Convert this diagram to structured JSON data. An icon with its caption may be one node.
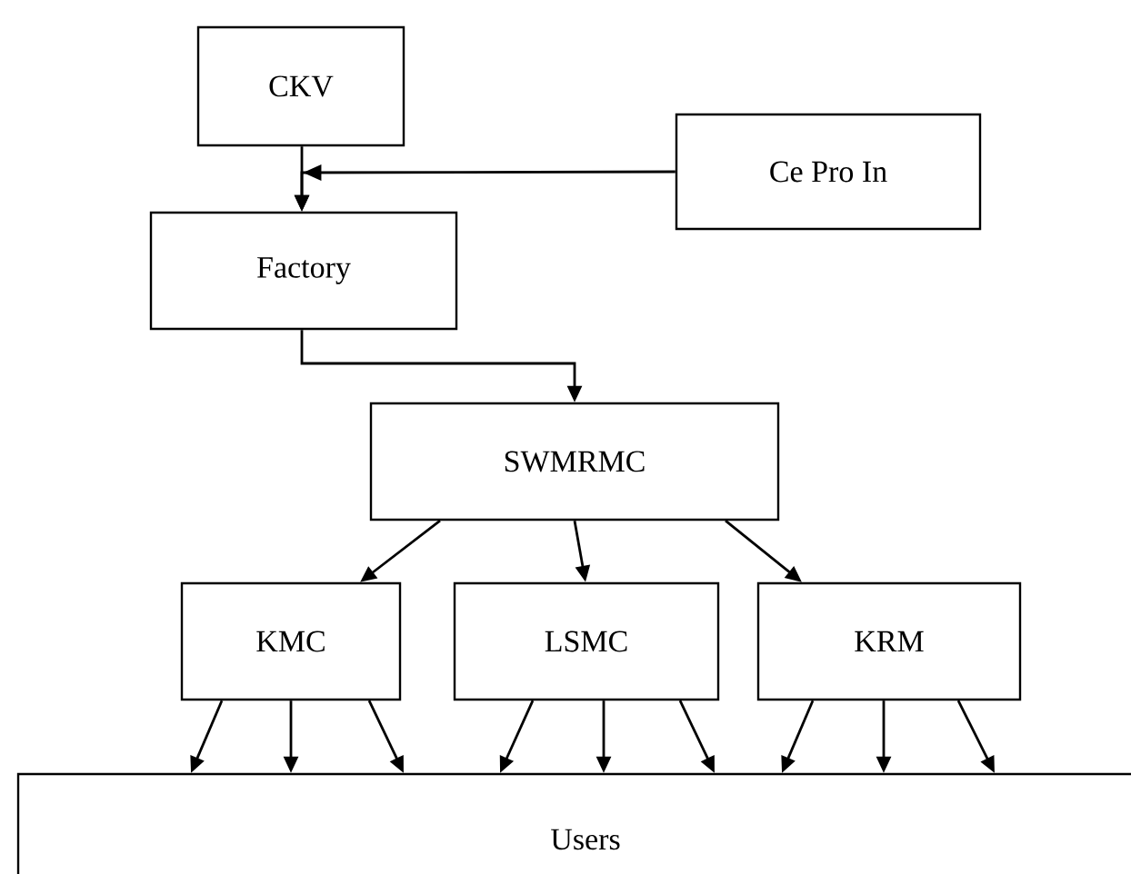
{
  "diagram": {
    "nodes": [
      {
        "text": [
          "CKV"
        ]
      },
      {
        "text": [
          "Ce Pro In"
        ]
      },
      {
        "text": [
          "Factory"
        ]
      },
      {
        "text": [
          "SWMRMC"
        ]
      },
      {
        "text": [
          "KMC"
        ]
      },
      {
        "text": [
          "LSMC"
        ]
      },
      {
        "text": [
          "KRM"
        ]
      },
      {
        "text": [
          "Users"
        ]
      }
    ],
    "edges": [
      {
        "from": 0,
        "to": 2,
        "arrow": "to"
      },
      {
        "from": 1,
        "to": 2,
        "arrow": "to"
      },
      {
        "from": 2,
        "to": 3,
        "arrow": "to"
      },
      {
        "from": 3,
        "to": 4,
        "arrow": "to"
      },
      {
        "from": 3,
        "to": 5,
        "arrow": "to"
      },
      {
        "from": 3,
        "to": 6,
        "arrow": "to"
      },
      {
        "from": 4,
        "to": 7,
        "arrow": "to"
      },
      {
        "from": 4,
        "to": 7,
        "arrow": "to"
      },
      {
        "from": 4,
        "to": 7,
        "arrow": "to"
      },
      {
        "from": 5,
        "to": 7,
        "arrow": "to"
      },
      {
        "from": 5,
        "to": 7,
        "arrow": "to"
      },
      {
        "from": 5,
        "to": 7,
        "arrow": "to"
      },
      {
        "from": 6,
        "to": 7,
        "arrow": "to"
      },
      {
        "from": 6,
        "to": 7,
        "arrow": "to"
      },
      {
        "from": 6,
        "to": 7,
        "arrow": "to"
      }
    ]
  }
}
